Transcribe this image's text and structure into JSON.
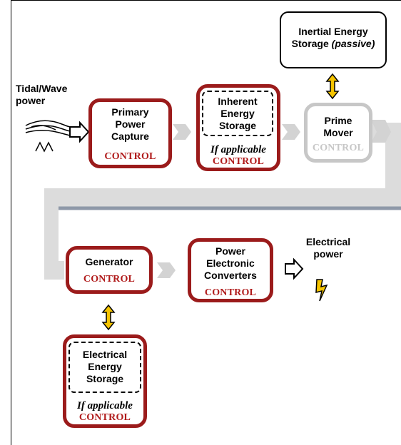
{
  "inputs": {
    "tidal_wave_label": "Tidal/Wave\npower"
  },
  "nodes": {
    "primary_power_capture": {
      "label": "Primary\nPower\nCapture",
      "control": "CONTROL"
    },
    "inherent_energy_storage": {
      "label": "Inherent\nEnergy\nStorage",
      "note": "If applicable",
      "control": "CONTROL"
    },
    "prime_mover": {
      "label": "Prime\nMover",
      "control": "CONTROL"
    },
    "inertial_energy_storage": {
      "label_main": "Inertial Energy\nStorage ",
      "label_italic": "(passive)"
    },
    "generator": {
      "label": "Generator",
      "control": "CONTROL"
    },
    "power_electronic_converters": {
      "label": "Power\nElectronic\nConverters",
      "control": "CONTROL"
    },
    "electrical_energy_storage": {
      "label": "Electrical\nEnergy\nStorage",
      "note": "If applicable",
      "control": "CONTROL"
    }
  },
  "outputs": {
    "electrical_power_label": "Electrical\npower"
  },
  "colors": {
    "control_red": "#b01a1a",
    "box_red": "#9b1b1b",
    "inactive_gray": "#c7c7c7",
    "flow_gray": "#d9d9d9",
    "arrow_yellow": "#f5c400"
  }
}
